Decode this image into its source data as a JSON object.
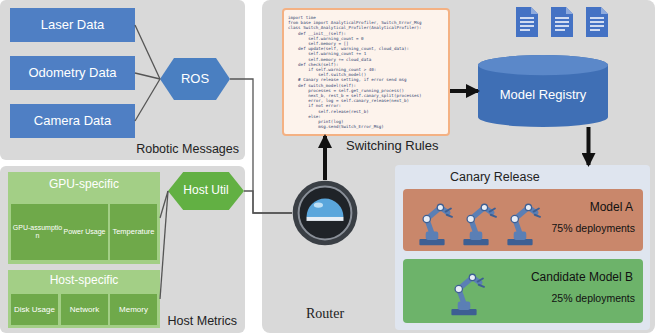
{
  "diagram": {
    "nodes": [
      {
        "text": [
          "Robotic Messages"
        ]
      },
      {
        "text": [
          "Laser Data"
        ],
        "in": 0
      },
      {
        "text": [
          "Odometry Data"
        ],
        "in": 0
      },
      {
        "text": [
          "Camera Data"
        ],
        "in": 0
      },
      {
        "text": [
          "Host Metrics"
        ]
      },
      {
        "text": [
          "GPU-specific"
        ],
        "in": 4
      },
      {
        "text": [
          "GPU-assumption"
        ],
        "in": 5
      },
      {
        "text": [
          "Power Usage"
        ],
        "in": 5
      },
      {
        "text": [
          "Temperature"
        ],
        "in": 5
      },
      {
        "text": [
          "Host-specific"
        ],
        "in": 4
      },
      {
        "text": [
          "Disk Usage"
        ],
        "in": 9
      },
      {
        "text": [
          "Network"
        ],
        "in": 9
      },
      {
        "text": [
          "Memory"
        ],
        "in": 9
      },
      {
        "text": [
          "ROS"
        ]
      },
      {
        "text": [
          "Host Util"
        ]
      },
      {
        "text": [
          "import time",
          "from base import AnalyticalProfiler, Switch_Error_Msg",
          "class Switch_Analytical_Profiler(AnalyticalProfiler):",
          "    def __init__(self):",
          "        self.warning_count = 0",
          "        self.memory = []",
          "    def update(self, warning_count, cloud_data):",
          "        self.warning_count += 1",
          "        self.memory += cloud_data",
          "    def check(self):",
          "        if self.warning_count > 40:",
          "            self.switch_model()",
          "    # Canary release setting, if error send msg",
          "    def switch_model(self):",
          "        processes = self.get_running_process()",
          "        next_b, rest_b = self.canary_split(processes)",
          "        error, log = self.canary_release(next_b)",
          "        if not error:",
          "            self.release(rest_b)",
          "        else:",
          "            print(log)",
          "            msg.send(Switch_Error_Msg)",
          "Switching Rules"
        ]
      },
      {
        "text": [
          "Router"
        ]
      },
      {
        "text": [
          "Model Registry"
        ]
      },
      {
        "text": [
          "Canary Release"
        ]
      },
      {
        "text": [
          "Model A",
          "75% deployments"
        ],
        "in": 18
      },
      {
        "text": [
          "Candidate Model B",
          "25% deployments"
        ],
        "in": 18
      }
    ],
    "edges": [
      {
        "from": 1,
        "to": 13,
        "arrow": "none"
      },
      {
        "from": 2,
        "to": 13,
        "arrow": "none"
      },
      {
        "from": 3,
        "to": 13,
        "arrow": "none"
      },
      {
        "from": 5,
        "to": 14,
        "arrow": "none"
      },
      {
        "from": 9,
        "to": 14,
        "arrow": "none"
      },
      {
        "from": 13,
        "to": 16,
        "arrow": "none"
      },
      {
        "from": 14,
        "to": 16,
        "arrow": "none"
      },
      {
        "from": 16,
        "to": 15,
        "arrow": "to"
      },
      {
        "from": 15,
        "to": 17,
        "arrow": "to"
      },
      {
        "from": 17,
        "to": 18,
        "arrow": "to"
      }
    ]
  }
}
